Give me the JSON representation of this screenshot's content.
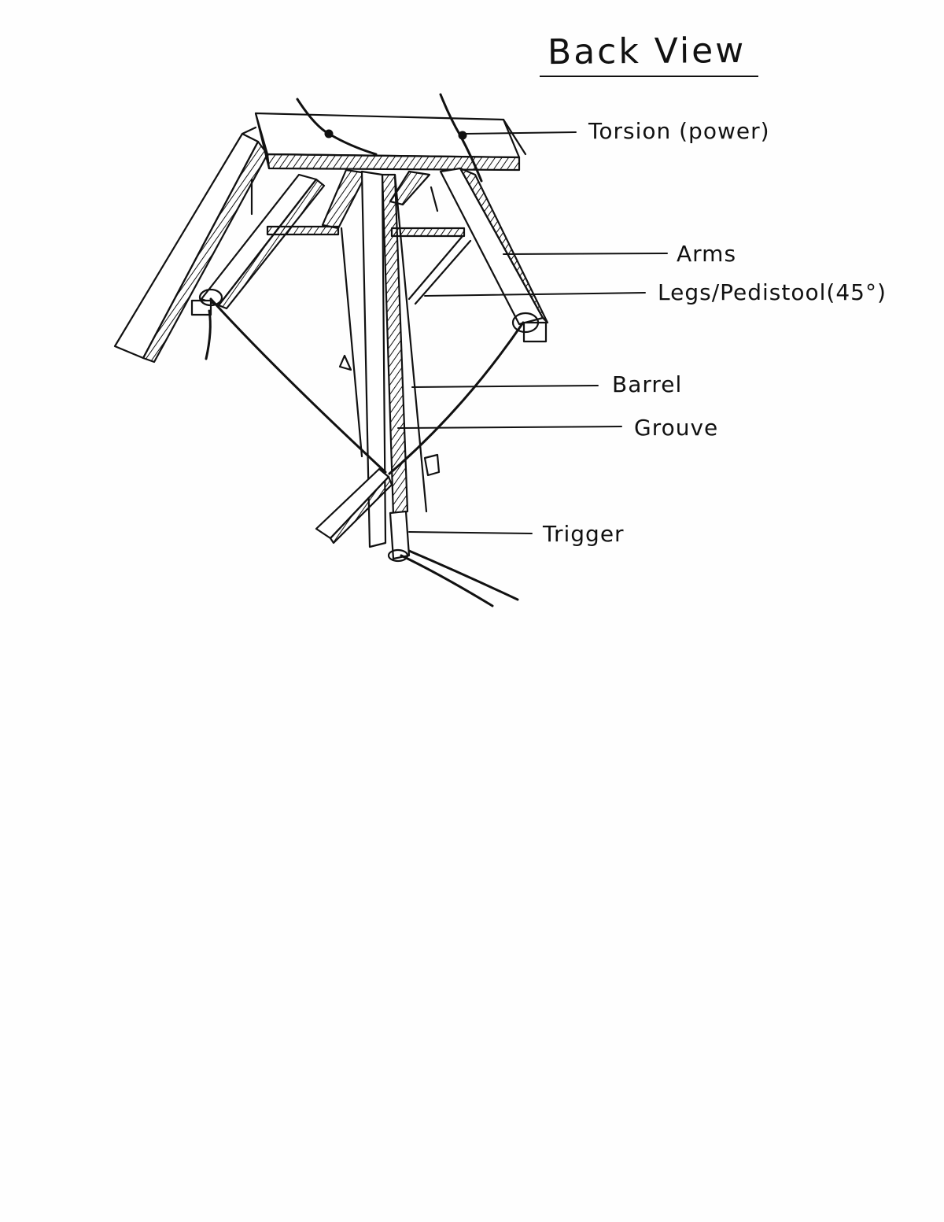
{
  "title": "Back View",
  "labels": {
    "torsion": "Torsion (power)",
    "arms": "Arms",
    "legs": "Legs/Pedistool(45°)",
    "barrel": "Barrel",
    "groove": "Grouve",
    "trigger": "Trigger"
  },
  "colors": {
    "ink": "#111111",
    "paper": "#fefefe"
  }
}
